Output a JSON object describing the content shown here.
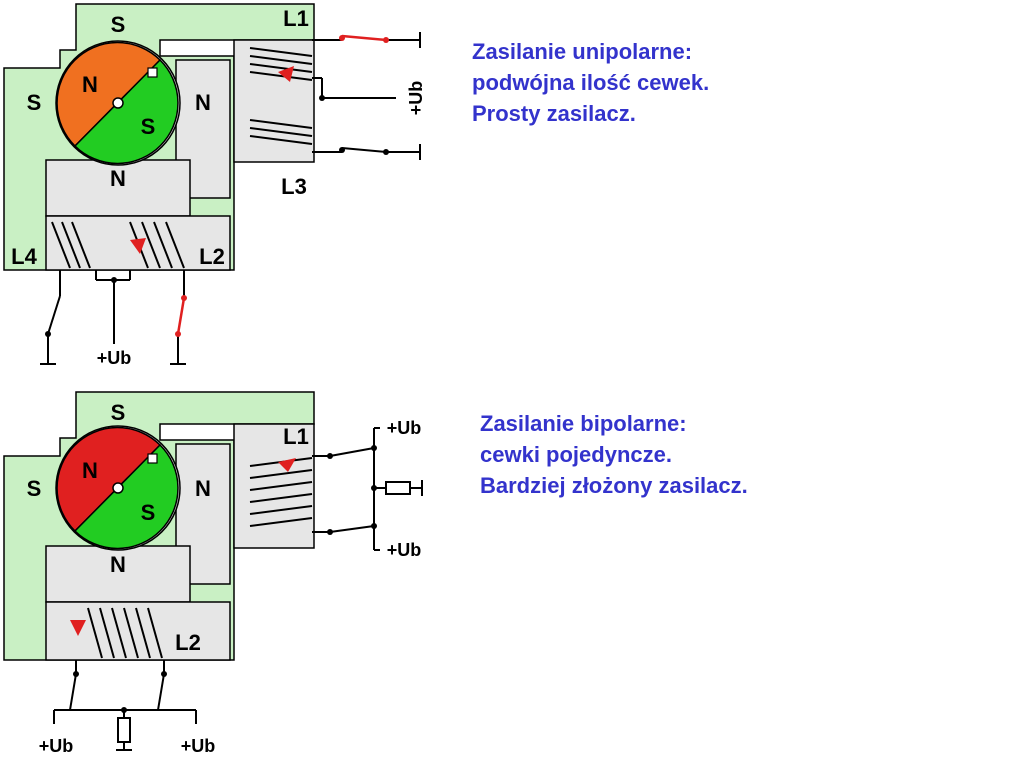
{
  "captions": {
    "unipolar": [
      "Zasilanie unipolarne:",
      "podwójna ilość cewek.",
      "Prosty zasilacz."
    ],
    "bipolar": [
      "Zasilanie bipolarne:",
      "cewki pojedyncze.",
      "Bardziej złożony zasilacz."
    ]
  },
  "diagram_unipolar": {
    "pole_top": "S",
    "pole_left": "S",
    "pole_right": "N",
    "pole_bottom": "N",
    "rotor_n": "N",
    "rotor_s": "S",
    "coil_1": "L1",
    "coil_2": "L2",
    "coil_3": "L3",
    "coil_4": "L4",
    "supply_right": "+Ub",
    "supply_bottom": "+Ub"
  },
  "diagram_bipolar": {
    "pole_top": "S",
    "pole_left": "S",
    "pole_right": "N",
    "pole_bottom": "N",
    "rotor_n": "N",
    "rotor_s": "S",
    "coil_1": "L1",
    "coil_2": "L2",
    "supply_top": "+Ub",
    "supply_mid": "+Ub",
    "supply_bottom_left": "+Ub",
    "supply_bottom_right": "+Ub"
  },
  "colors": {
    "caption": "#3333cc",
    "frame_green": "#c9f0c4",
    "pole_gray": "#e6e6e6",
    "rotor_n_unipolar": "#f07020",
    "rotor_n_bipolar": "#e02020",
    "rotor_s": "#22cc22",
    "active": "#e02020"
  }
}
